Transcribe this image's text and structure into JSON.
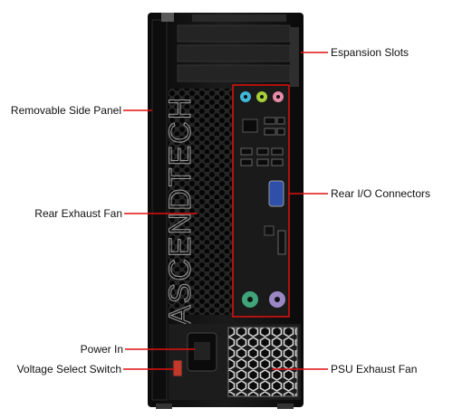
{
  "product": {
    "brand_text": "ASCENDTECH"
  },
  "callouts": {
    "expansion_slots": "Espansion Slots",
    "side_panel": "Removable Side Panel",
    "rear_io": "Rear I/O Connectors",
    "exhaust_fan": "Rear Exhaust Fan",
    "power_in": "Power In",
    "voltage_switch": "Voltage Select Switch",
    "psu_fan": "PSU Exhaust Fan"
  },
  "colors": {
    "callout_line": "#e01010",
    "case_body": "#141414",
    "audio_blue": "#3fb7d6",
    "audio_green": "#a6cf3a",
    "audio_pink": "#e88aa8",
    "ps2_green": "#3fa47a",
    "ps2_purple": "#9b86c4",
    "vga_blue": "#2f4fa8",
    "voltage_switch": "#c0392b"
  }
}
